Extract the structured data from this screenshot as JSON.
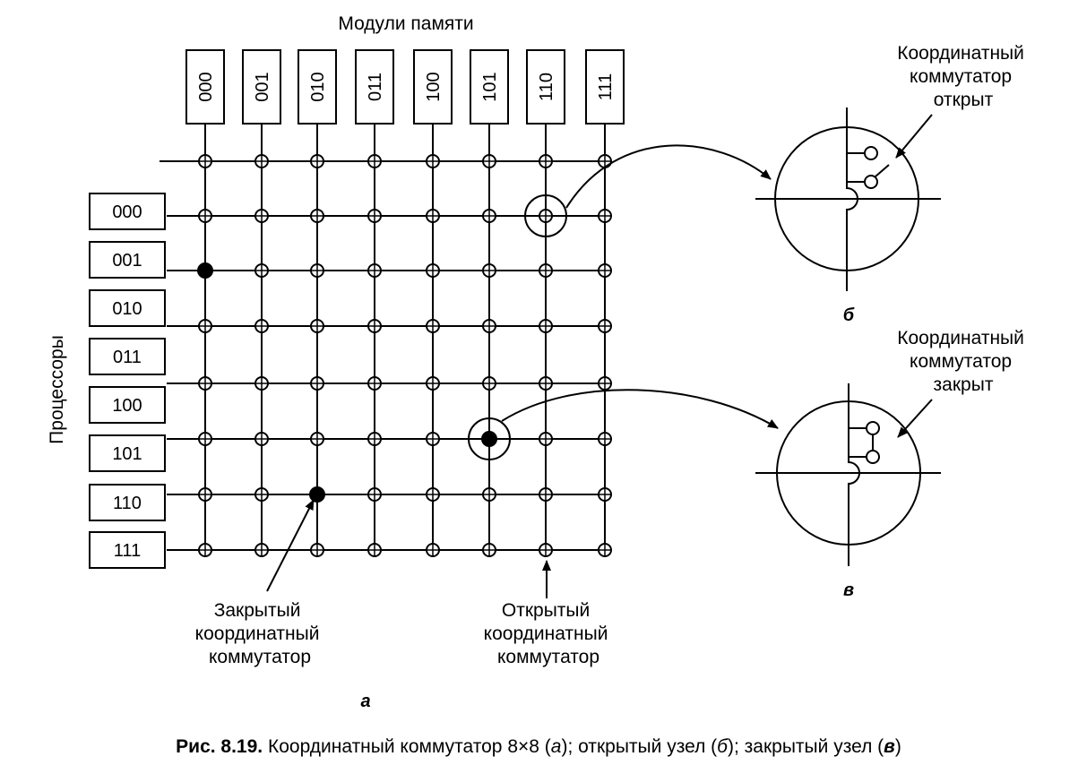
{
  "diagram": {
    "memory_title": "Модули памяти",
    "processor_title": "Процессоры",
    "memory_modules": [
      "000",
      "001",
      "010",
      "011",
      "100",
      "101",
      "110",
      "111"
    ],
    "processors": [
      "000",
      "001",
      "010",
      "011",
      "100",
      "101",
      "110",
      "111"
    ],
    "closed_crosspoints": [
      {
        "processor": "001",
        "memory": "000"
      },
      {
        "processor": "101",
        "memory": "101"
      },
      {
        "processor": "110",
        "memory": "010"
      }
    ],
    "closed_label": [
      "Закрытый",
      "координатный",
      "коммутатор"
    ],
    "open_label": [
      "Открытый",
      "координатный",
      "коммутатор"
    ],
    "sub_a": "а",
    "sub_b": "б",
    "sub_v": "в",
    "detail_open_label": [
      "Координатный",
      "коммутатор",
      "открыт"
    ],
    "detail_closed_label": [
      "Координатный",
      "коммутатор",
      "закрыт"
    ]
  },
  "caption": {
    "prefix": "Рис. 8.19.",
    "part1": " Координатный коммутатор 8×8 (",
    "a": "а",
    "part2": "); открытый узел (",
    "b": "б",
    "part3": "); закрытый узел (",
    "v": "в",
    "part4": ")"
  }
}
